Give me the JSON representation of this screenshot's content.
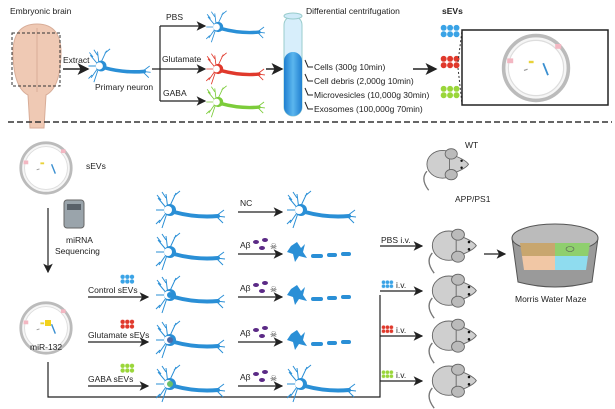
{
  "top": {
    "brain_label": "Embryonic brain",
    "extract_label": "Extract",
    "primary_neuron_label": "Primary neuron",
    "treatments": [
      "PBS",
      "Glutamate",
      "GABA"
    ],
    "centrifugation_title": "Differential centrifugation",
    "fractions": [
      "Cells (300g 10min)",
      "Cell debris (2,000g 10min)",
      "Microvesicles (10,000g 30min)",
      "Exosomes (100,000g 70min)"
    ],
    "sevs_label": "sEVs"
  },
  "bottom": {
    "sevs_label": "sEVs",
    "sequencing_label_1": "miRNA",
    "sequencing_label_2": "Sequencing",
    "mir_label": "miR-132",
    "rows": [
      {
        "treatment": "",
        "stimulus": "NC"
      },
      {
        "treatment": "",
        "stimulus": "Aβ"
      },
      {
        "treatment": "Control sEVs",
        "stimulus": "Aβ"
      },
      {
        "treatment": "Glutamate sEVs",
        "stimulus": "Aβ"
      },
      {
        "treatment": "GABA sEVs",
        "stimulus": "Aβ"
      }
    ],
    "wt_label": "WT",
    "app_label": "APP/PS1",
    "injections": [
      "PBS i.v.",
      "i.v.",
      "i.v.",
      "i.v."
    ],
    "maze_label": "Morris Water Maze"
  },
  "colors": {
    "blue": "#2a8fd6",
    "red": "#e0392c",
    "green": "#7ccc3a",
    "abeta": "#5b2a86",
    "brain": "#efc9b4",
    "mouse": "#c8c8c8"
  }
}
